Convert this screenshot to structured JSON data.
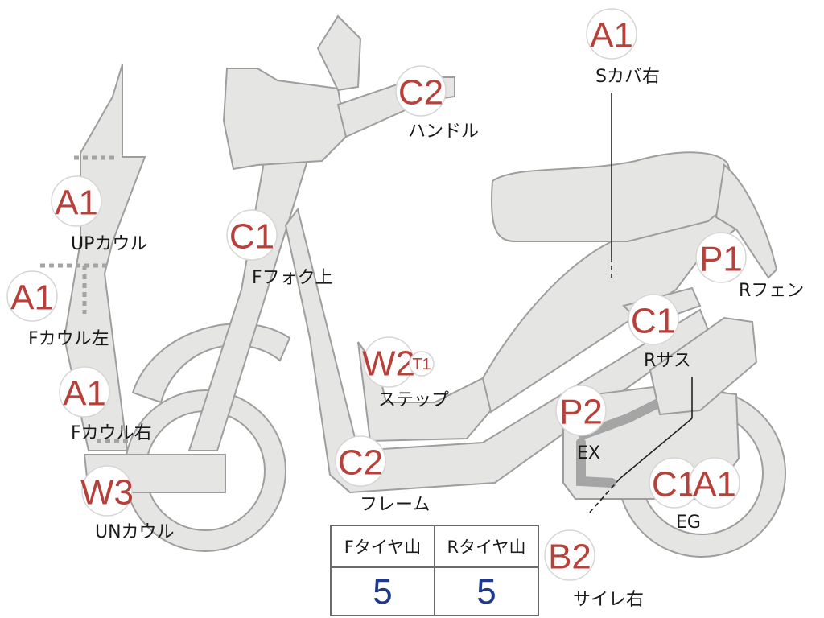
{
  "colors": {
    "code_red": "#b8403a",
    "value_blue": "#1f3a8c",
    "body_fill": "#e5e5e3",
    "outline": "#9e9e9e"
  },
  "badges": [
    {
      "id": "s-cover-right",
      "code": "A1",
      "label": "Sカバ右"
    },
    {
      "id": "handle",
      "code": "C2",
      "label": "ハンドル"
    },
    {
      "id": "up-cowl",
      "code": "A1",
      "label": "UPカウル"
    },
    {
      "id": "f-fork-upper",
      "code": "C1",
      "label": "Fフォク上"
    },
    {
      "id": "r-fender",
      "code": "P1",
      "label": "Rフェン"
    },
    {
      "id": "f-cowl-left",
      "code": "A1",
      "label": "Fカウル左"
    },
    {
      "id": "r-suspension",
      "code": "C1",
      "label": "Rサス"
    },
    {
      "id": "step",
      "code": "W2",
      "sub": "T1",
      "label": "ステップ"
    },
    {
      "id": "f-cowl-right",
      "code": "A1",
      "label": "Fカウル右"
    },
    {
      "id": "ex",
      "code": "P2",
      "label": "EX"
    },
    {
      "id": "frame",
      "code": "C2",
      "label": "フレーム"
    },
    {
      "id": "eg",
      "code": "C1",
      "code2": "A1",
      "label": "EG"
    },
    {
      "id": "un-cowl",
      "code": "W3",
      "label": "UNカウル"
    },
    {
      "id": "silencer-right",
      "code": "B2",
      "label": "サイレ右"
    }
  ],
  "tire_table": {
    "headers": [
      "Fタイヤ山",
      "Rタイヤ山"
    ],
    "values": [
      "5",
      "5"
    ]
  }
}
